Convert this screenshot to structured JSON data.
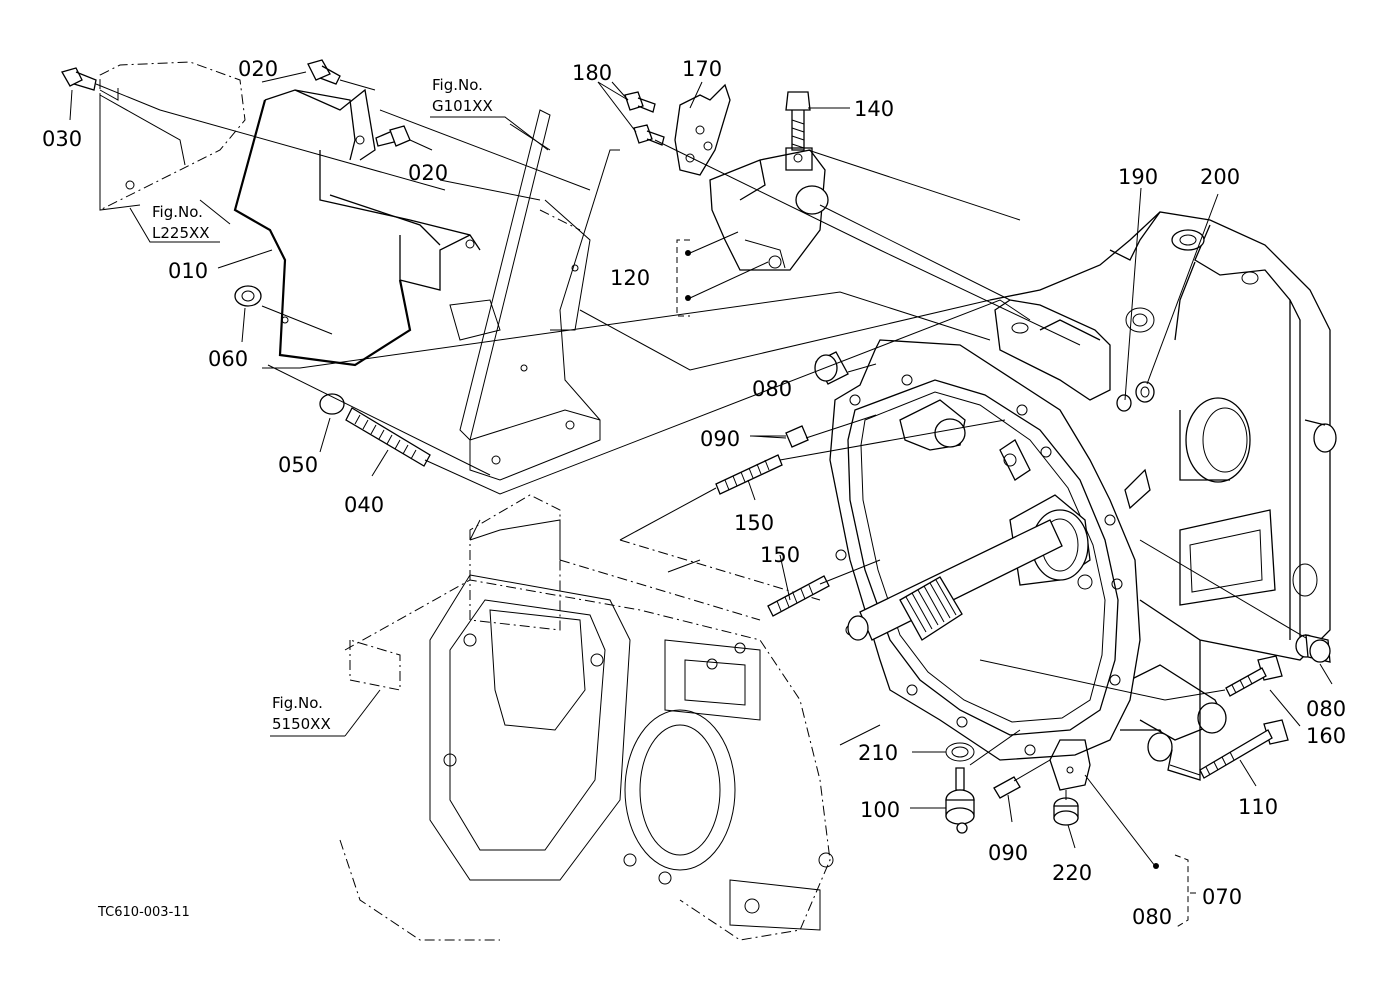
{
  "figure_refs": [
    {
      "line1": "Fig.No.",
      "line2": "L225XX"
    },
    {
      "line1": "Fig.No.",
      "line2": "G101XX"
    },
    {
      "line1": "Fig.No.",
      "line2": "5150XX"
    }
  ],
  "labels": {
    "p010": "010",
    "p020a": "020",
    "p020b": "020",
    "p030": "030",
    "p040": "040",
    "p050": "050",
    "p060": "060",
    "p070": "070",
    "p080a": "080",
    "p080b": "080",
    "p080c": "080",
    "p090a": "090",
    "p090b": "090",
    "p100": "100",
    "p110": "110",
    "p120": "120",
    "p140": "140",
    "p150a": "150",
    "p150b": "150",
    "p160": "160",
    "p170": "170",
    "p180": "180",
    "p190": "190",
    "p200": "200",
    "p210": "210",
    "p220": "220"
  },
  "drawing_code": "TC610-003-11"
}
